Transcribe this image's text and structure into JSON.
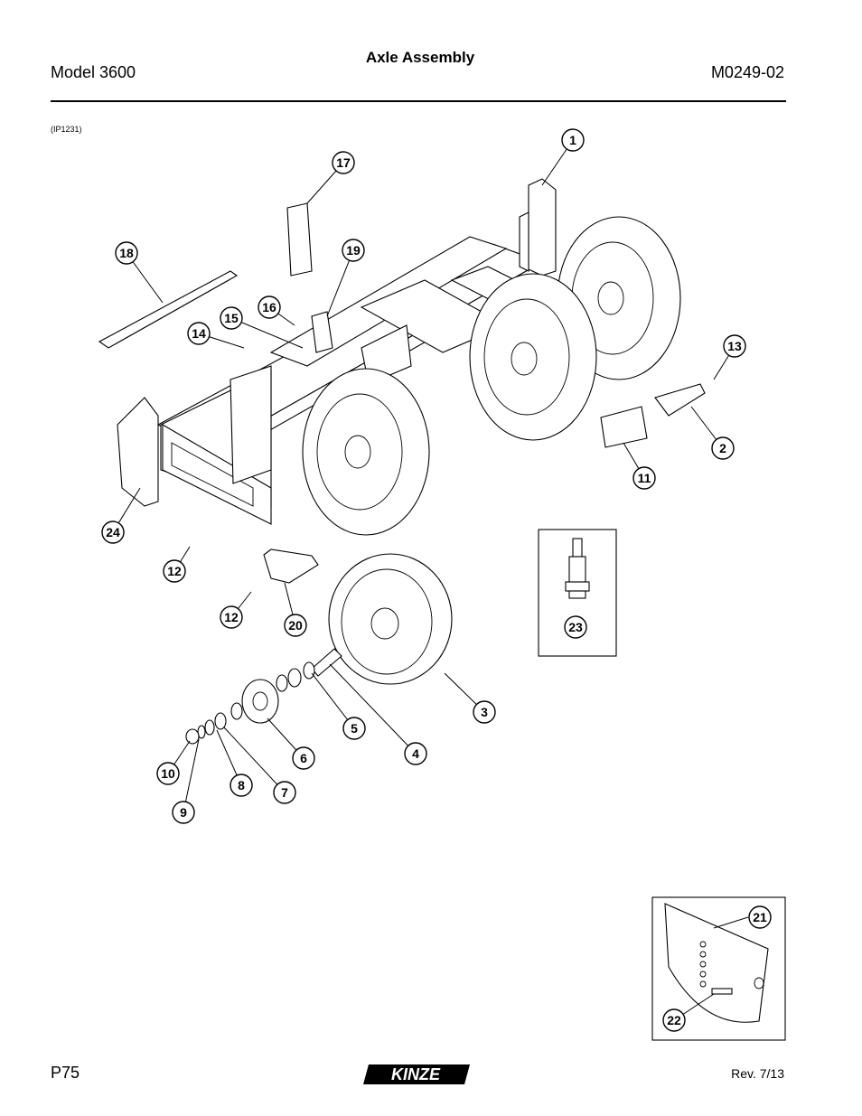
{
  "header": {
    "model": "Model 3600",
    "title": "Axle Assembly",
    "doc_number": "M0249-02"
  },
  "figure_ref": "(IP1231)",
  "footer": {
    "page": "P75",
    "brand": "KINZE",
    "revision": "Rev. 7/13"
  },
  "callouts": [
    "1",
    "2",
    "3",
    "4",
    "5",
    "6",
    "7",
    "8",
    "9",
    "10",
    "11",
    "12",
    "12",
    "13",
    "14",
    "15",
    "16",
    "17",
    "18",
    "19",
    "20",
    "21",
    "22",
    "23",
    "24"
  ]
}
